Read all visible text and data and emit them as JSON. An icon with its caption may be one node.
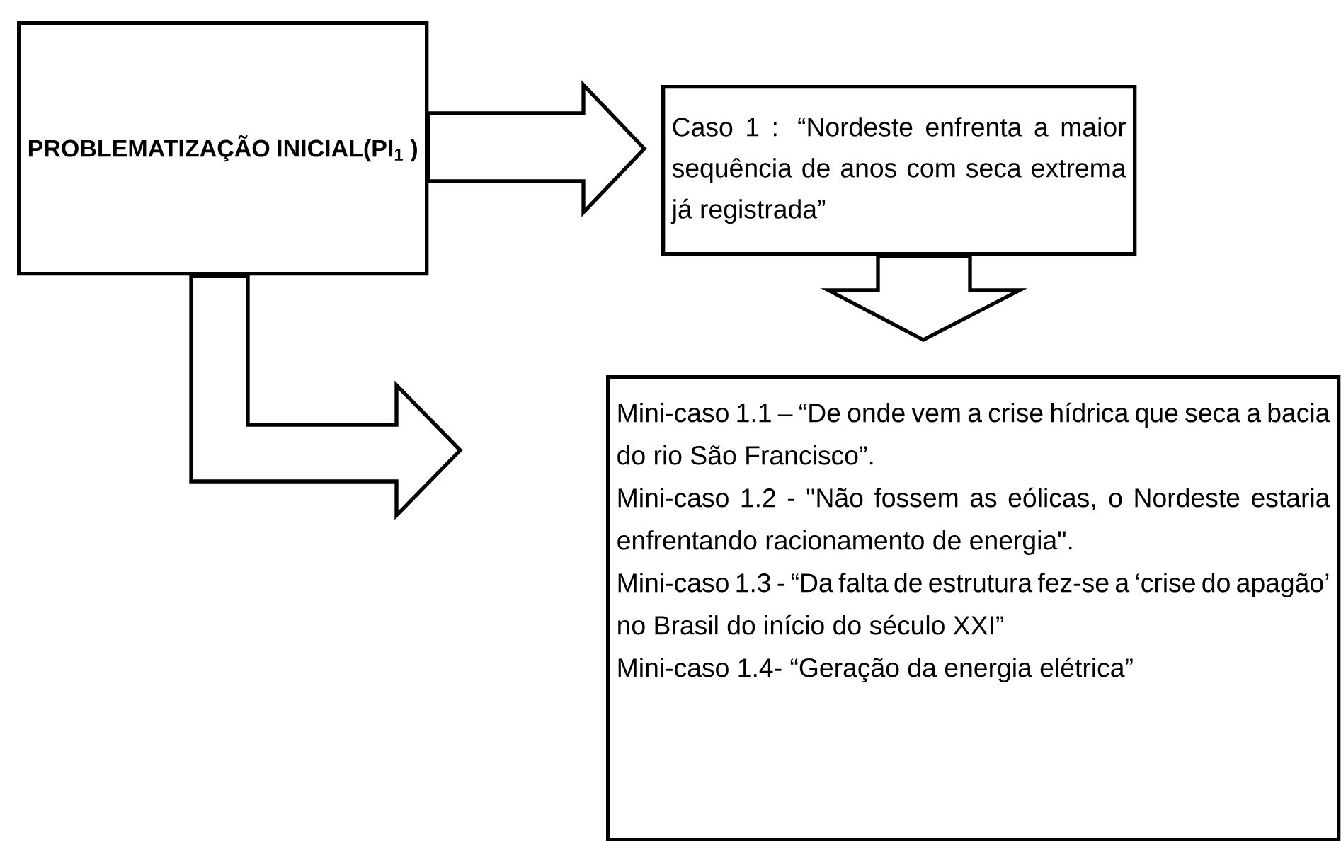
{
  "diagram": {
    "nodes": [
      {
        "text": [
          "PROBLEMATIZAÇÃO INICIAL(PI$_{1}$ )"
        ]
      },
      {
        "text": [
          "Caso 1 : “Nordeste enfrenta a maior sequência de anos com seca extrema já registrada”"
        ]
      },
      {
        "text": [
          "Mini-caso 1.1 – “De onde vem a crise hídrica que seca a bacia do rio São Francisco”.",
          "Mini-caso 1.2 - \"Não fossem as eólicas, o Nordeste estaria enfrentando racionamento de energia\".",
          "Mini-caso 1.3 - “Da falta de estrutura fez-se a ‘crise do apagão’ no Brasil do início do século XXI”",
          "Mini-caso 1.4- “Geração da energia elétrica”"
        ]
      }
    ],
    "edges": [
      {
        "from": 0,
        "to": 1,
        "arrow": "to"
      },
      {
        "from": 1,
        "to": 2,
        "arrow": "to"
      },
      {
        "from": 0,
        "to": 2,
        "arrow": "to"
      }
    ]
  }
}
